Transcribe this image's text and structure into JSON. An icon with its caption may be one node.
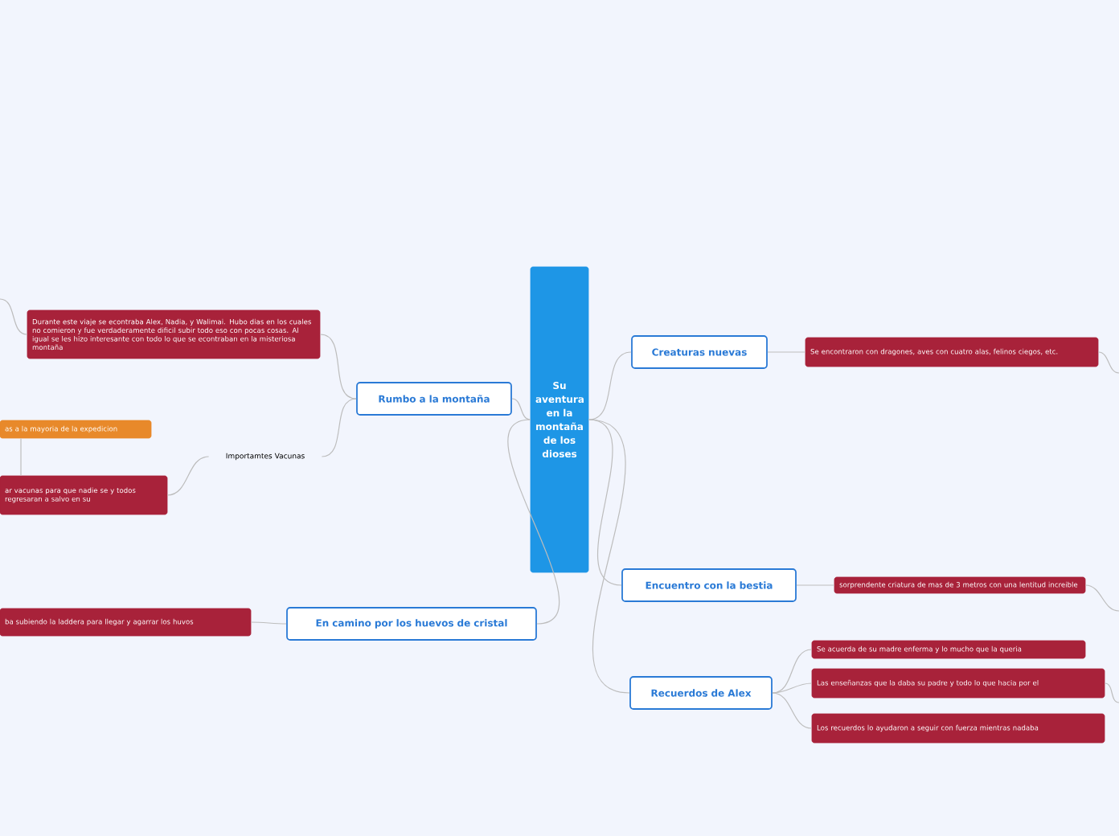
{
  "diagram": {
    "nodes": [
      {
        "text": [
          "Su aventura en la montaña de los dioses"
        ]
      },
      {
        "text": [
          "Rumbo a la montaña"
        ]
      },
      {
        "text": [
          "Durante este viaje se econtraba Alex, Nadia, y Walimai. Hubo dias en los cuales no comieron y fue verdaderamente dificil subir todo eso con pocas cosas. Al igual se les hizo interesante con todo lo que se econtraban en la misteriosa montaña"
        ]
      },
      {
        "text": [
          "Importamtes Vacunas"
        ]
      },
      {
        "text": [
          "as a la mayoria de la expedicion"
        ]
      },
      {
        "text": [
          "ar vacunas para que nadie se y todos regresaran a salvo en su"
        ]
      },
      {
        "text": [
          "En camino por los huevos de cristal"
        ]
      },
      {
        "text": [
          "ba subiendo la laddera para llegar y agarrar los huvos"
        ]
      },
      {
        "text": [
          "Creaturas nuevas"
        ]
      },
      {
        "text": [
          "Se encontraron con dragones, aves con cuatro alas, felinos ciegos, etc."
        ]
      },
      {
        "text": [
          "Encuentro con la bestia"
        ]
      },
      {
        "text": [
          "sorprendente criatura de mas de 3 metros con una lentitud increible"
        ]
      },
      {
        "text": [
          "Recuerdos de Alex"
        ]
      },
      {
        "text": [
          "Se acuerda de su madre enferma y lo mucho que la queria"
        ]
      },
      {
        "text": [
          "Las enseñanzas que la daba su padre y todo lo que hacia por el"
        ]
      },
      {
        "text": [
          "Los recuerdos lo ayudaron a seguir con fuerza mientras nadaba"
        ]
      }
    ],
    "edges": [
      {
        "from": 0,
        "to": 1,
        "arrow": "none"
      },
      {
        "from": 0,
        "to": 6,
        "arrow": "none"
      },
      {
        "from": 0,
        "to": 8,
        "arrow": "none"
      },
      {
        "from": 0,
        "to": 10,
        "arrow": "none"
      },
      {
        "from": 0,
        "to": 12,
        "arrow": "none"
      },
      {
        "from": 1,
        "to": 2,
        "arrow": "none"
      },
      {
        "from": 1,
        "to": 3,
        "arrow": "none"
      },
      {
        "from": 3,
        "to": 5,
        "arrow": "none"
      },
      {
        "from": 4,
        "to": 5,
        "arrow": "none"
      },
      {
        "from": 6,
        "to": 7,
        "arrow": "none"
      },
      {
        "from": 8,
        "to": 9,
        "arrow": "none"
      },
      {
        "from": 10,
        "to": 11,
        "arrow": "none"
      },
      {
        "from": 12,
        "to": 13,
        "arrow": "none"
      },
      {
        "from": 12,
        "to": 14,
        "arrow": "none"
      },
      {
        "from": 12,
        "to": 15,
        "arrow": "none"
      },
      {
        "from": 2,
        "to": null,
        "arrow": "none"
      },
      {
        "from": 9,
        "to": null,
        "arrow": "none"
      },
      {
        "from": 11,
        "to": null,
        "arrow": "none"
      },
      {
        "from": 14,
        "to": null,
        "arrow": "none"
      }
    ]
  }
}
